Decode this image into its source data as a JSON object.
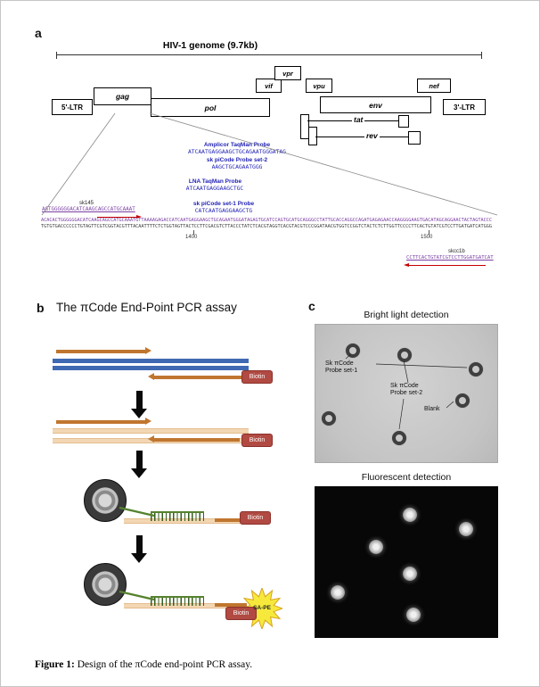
{
  "figure": {
    "caption_label": "Figure 1:",
    "caption_text": " Design of the πCode end-point PCR assay."
  },
  "panel_a": {
    "label": "a",
    "genome_title": "HIV-1 genome (9.7kb)",
    "genes": {
      "ltr5": "5'-LTR",
      "gag": "gag",
      "pol": "pol",
      "vif": "vif",
      "vpr": "vpr",
      "vpu": "vpu",
      "env": "env",
      "tat": "tat",
      "rev": "rev",
      "nef": "nef",
      "ltr3": "3'-LTR"
    },
    "probes": {
      "amplicor_label": "Amplicor TaqMan Probe",
      "amplicor_seq": "ATCAATGAGGAAGCTGCAGAATGGGATAG",
      "picode_set2_label": "sk piCode Probe set-2",
      "picode_set2_seq": "AAGCTGCAGAATGGG",
      "lna_label": "LNA TaqMan Probe",
      "lna_seq": "ATCAATGAGGAAGCTGC",
      "sk145_label": "sk145",
      "sk145_seq": "AGTGGGGGGACATCAAGCAGCCATGCAAAT",
      "picode_set1_label": "sk piCode set-1 Probe",
      "picode_set1_seq": "CATCAATGAGGAAGCTG",
      "skcc1b_label": "skcc1b",
      "skcc1b_seq": "CCTTCACTGTATCGTCCTTGGATGATCAT"
    },
    "sequence": {
      "sense": "ACACACTGGGGGGACATCAAGCAGCCATGCAAATGTTAAAAGAGACCATCAATGAGGAAGCTGCAGAATGGGATAGAGTGCATCCAGTGCATGCAGGGCCTATTGCACCAGGCCAGATGAGAGAACCAAGGGGAAGTGACATAGCAGGAACTACTAGTACCC",
      "antisense": "TGTGTGACCCCCCTGTAGTTCGTCGGTACGTTTACAATTTTCTCTGGTAGTTACTCCTTCGACGTCTTACCCTATCTCACGTAGGTCACGTACGTCCCGGATAACGTGGTCCGGTCTACTCTCTTGGTTCCCCTTCACTGTATCGTCCTTGATGATCATGGG",
      "pos_1400": "1400",
      "pos_1500": "1500"
    }
  },
  "panel_b": {
    "label": "b",
    "title": "The πCode End-Point PCR assay",
    "biotin_label": "Biotin",
    "sape_label": "SA-PE"
  },
  "panel_c": {
    "label": "c",
    "bright_title": "Bright light detection",
    "fluorescent_title": "Fluorescent detection",
    "annotations": {
      "set1_line1": "Sk πCode",
      "set1_line2": "Probe set-1",
      "set2_line1": "Sk πCode",
      "set2_line2": "Probe set-2",
      "blank": "Blank"
    }
  },
  "colors": {
    "probe_blue": "#1f1fb4",
    "seq_purple": "#7b3fa4",
    "primer_orange": "#c0762f",
    "template_blue": "#3f69b2",
    "pale_strand": "#f3d7b4",
    "biotin_red": "#b04a42",
    "sape_yellow": "#f6e93c",
    "probe_green": "#55822e"
  }
}
